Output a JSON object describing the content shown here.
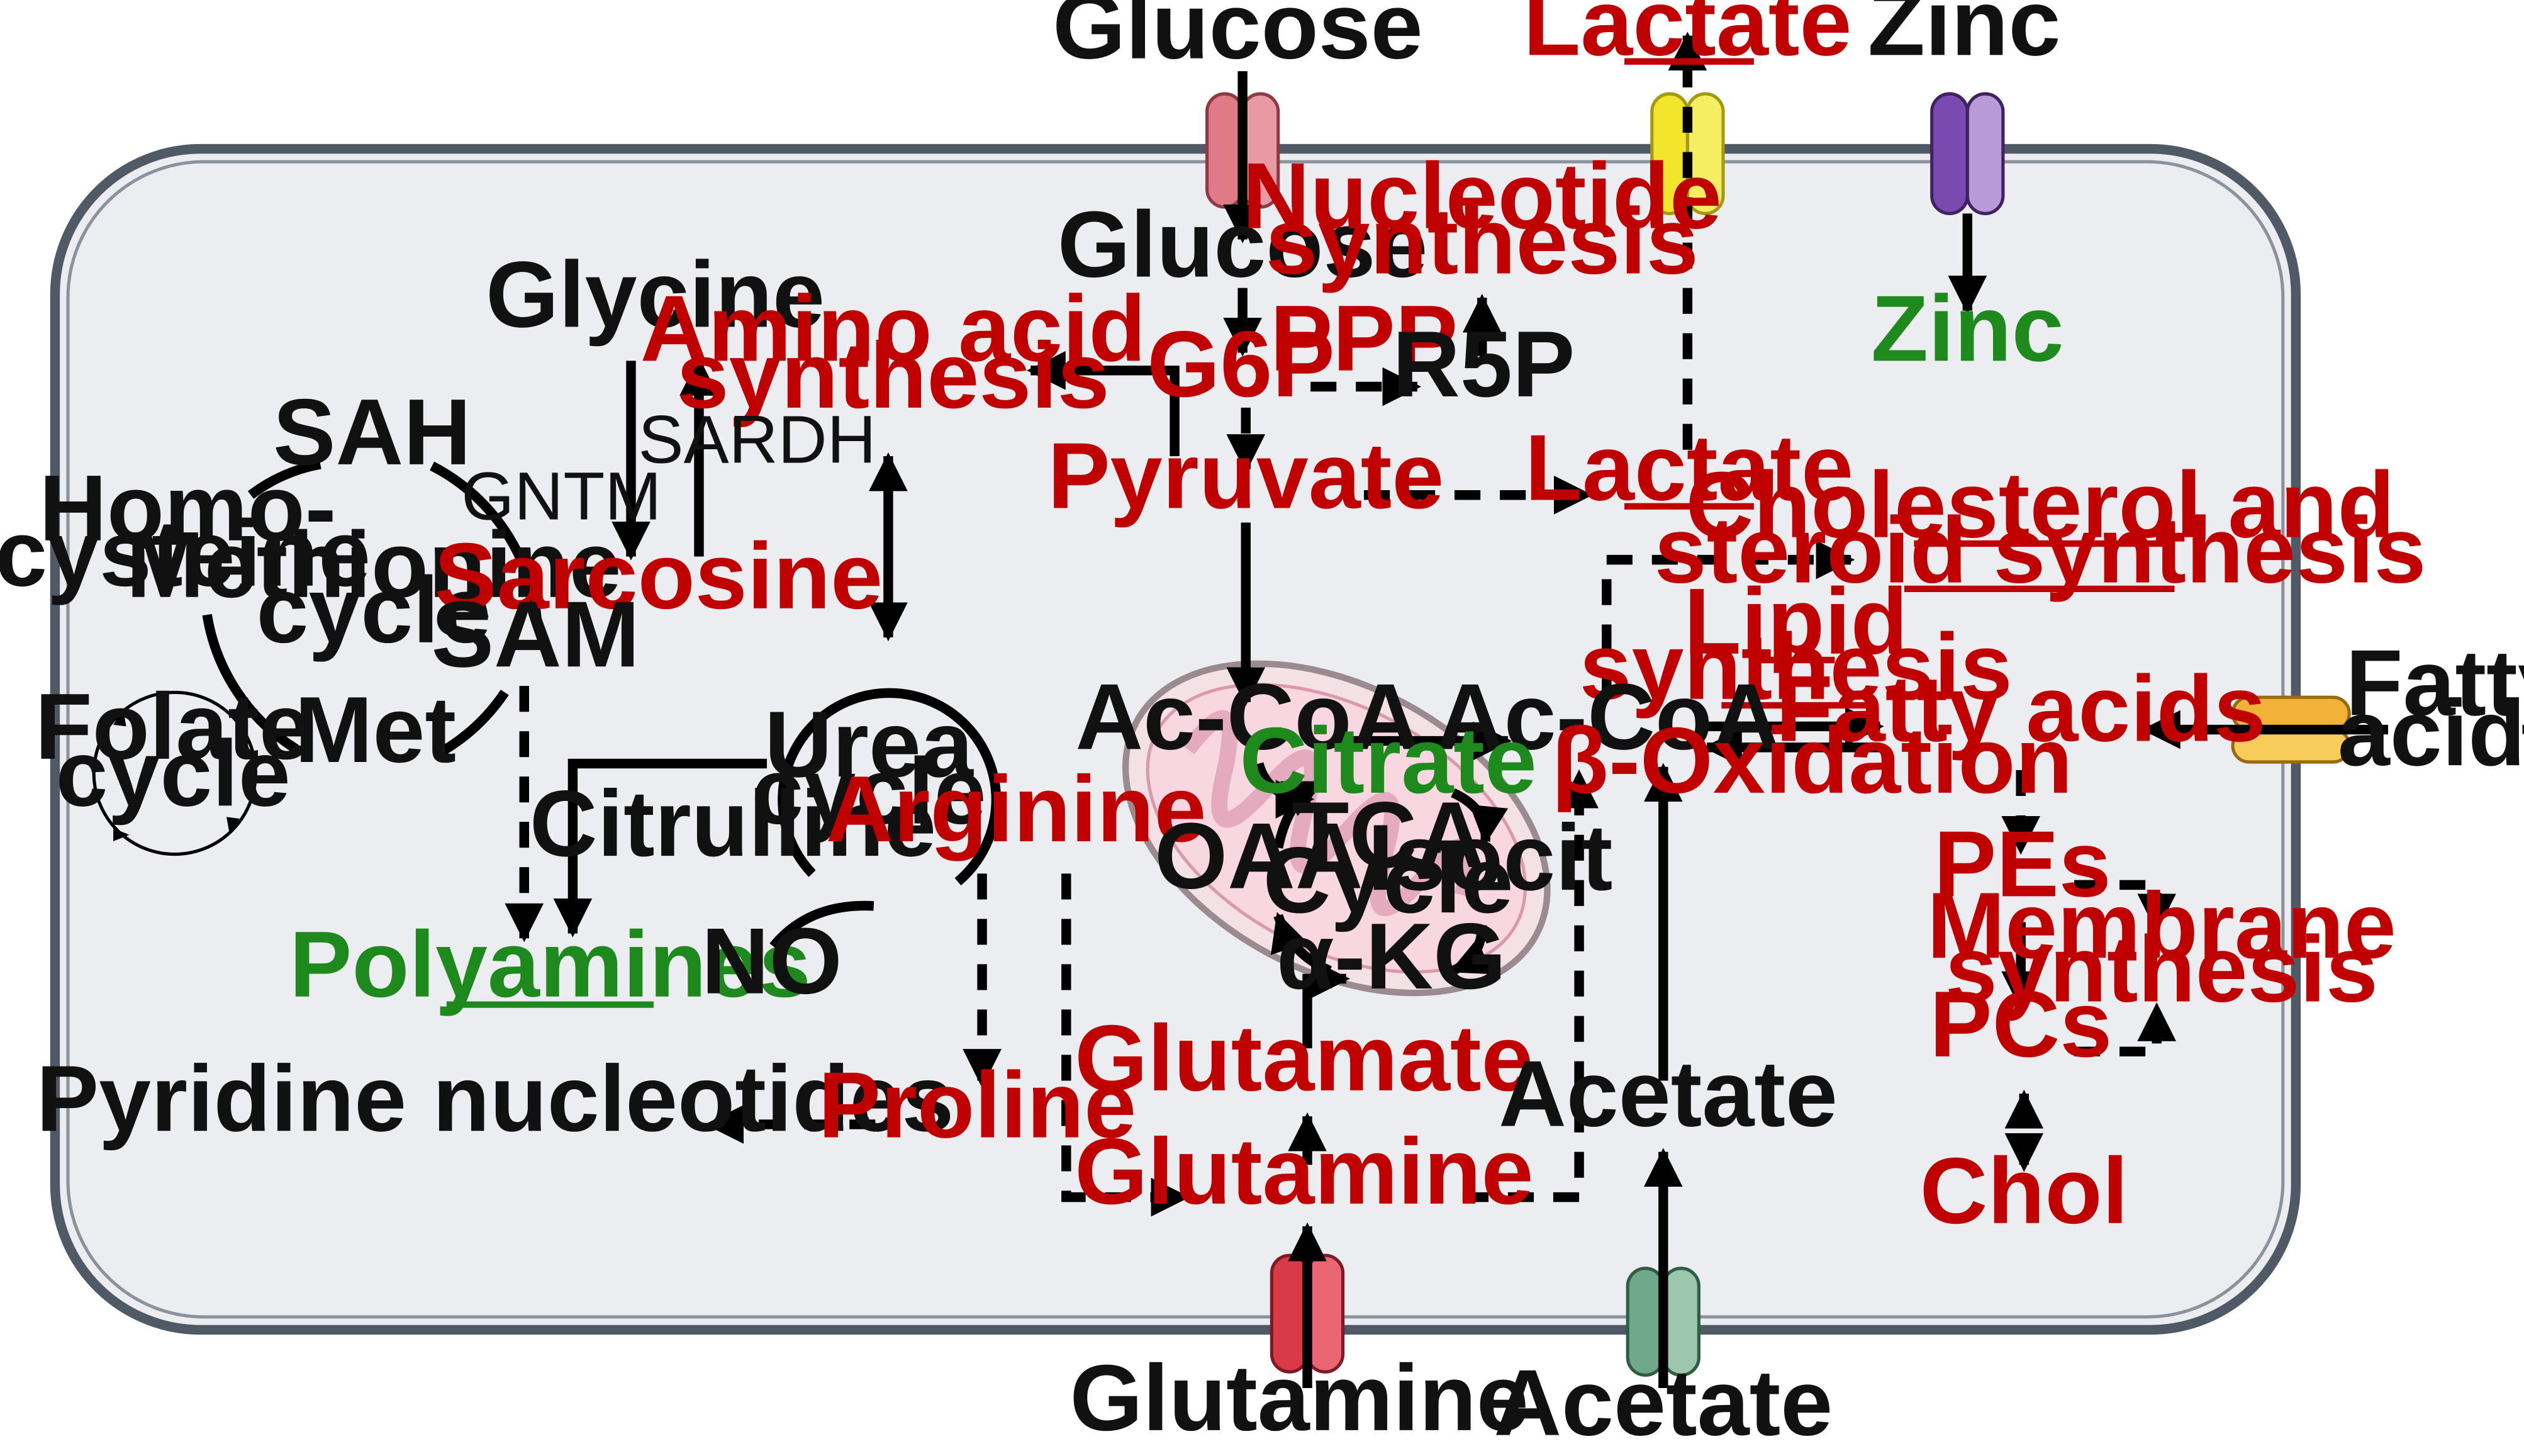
{
  "colors": {
    "black": "#111111",
    "red": "#c00000",
    "green": "#1e8a1e",
    "cell": "#ecedf0",
    "membrane": "#505a66"
  },
  "labels": {
    "glucose_out": "Glucose",
    "lactate_out": "Lactate",
    "zinc_out": "Zinc",
    "glucose_in": "Glucose",
    "nucleotide_l1": "Nucleotide",
    "nucleotide_l2": "synthesis",
    "zinc_in": "Zinc",
    "glycine": "Glycine",
    "amino_l1": "Amino acid",
    "amino_l2": "synthesis",
    "g6p": "G6P",
    "ppp": "PPP",
    "r5p": "R5P",
    "sah": "SAH",
    "gntm": "GNTM",
    "sardh": "SARDH",
    "pyruvate": "Pyruvate",
    "lactate_in": "Lactate",
    "homo_l1": "Homo-",
    "homo_l2": "cysteine",
    "methionine_l1": "Methionine",
    "methionine_l2": "cycle",
    "sarcosine": "Sarcosine",
    "sam": "SAM",
    "chol_l1": "Cholesterol and",
    "chol_l2": "steroid synthesis",
    "lipid_l1": "Lipid",
    "lipid_l2": "synthesis",
    "folate_l1": "Folate",
    "folate_l2": "cycle",
    "met": "Met",
    "urea_l1": "Urea",
    "urea_l2": "cycle",
    "acoa_mito": "Ac-CoA",
    "acoa_cyto": "Ac-CoA",
    "fatty_in": "Fatty acids",
    "fatty_out_l1": "Fatty",
    "fatty_out_l2": "acids",
    "citrate": "Citrate",
    "beta_ox": "β-Oxidation",
    "citrulline": "Citrulline",
    "arginine": "Arginine",
    "tca_l1": "TCA",
    "tca_l2": "Cycle",
    "oaa": "OAA",
    "isocit": "Isocit",
    "pes": "PEs",
    "membrane_l1": "Membrane",
    "membrane_l2": "synthesis",
    "polyamines": "Polyamines",
    "no": "NO",
    "akg": "α-KG",
    "pcs": "PCs",
    "glutamate": "Glutamate",
    "pyridine": "Pyridine nucleotides",
    "proline": "Proline",
    "acetate_in": "Acetate",
    "glutamine_in": "Glutamine",
    "chol": "Chol",
    "glutamine_out": "Glutamine",
    "acetate_out": "Acetate"
  },
  "icons": [
    "glucose-transporter-icon",
    "lactate-transporter-icon",
    "zinc-transporter-icon",
    "fatty-acid-transporter-icon",
    "glutamine-transporter-icon",
    "acetate-transporter-icon",
    "mitochondrion-icon"
  ]
}
